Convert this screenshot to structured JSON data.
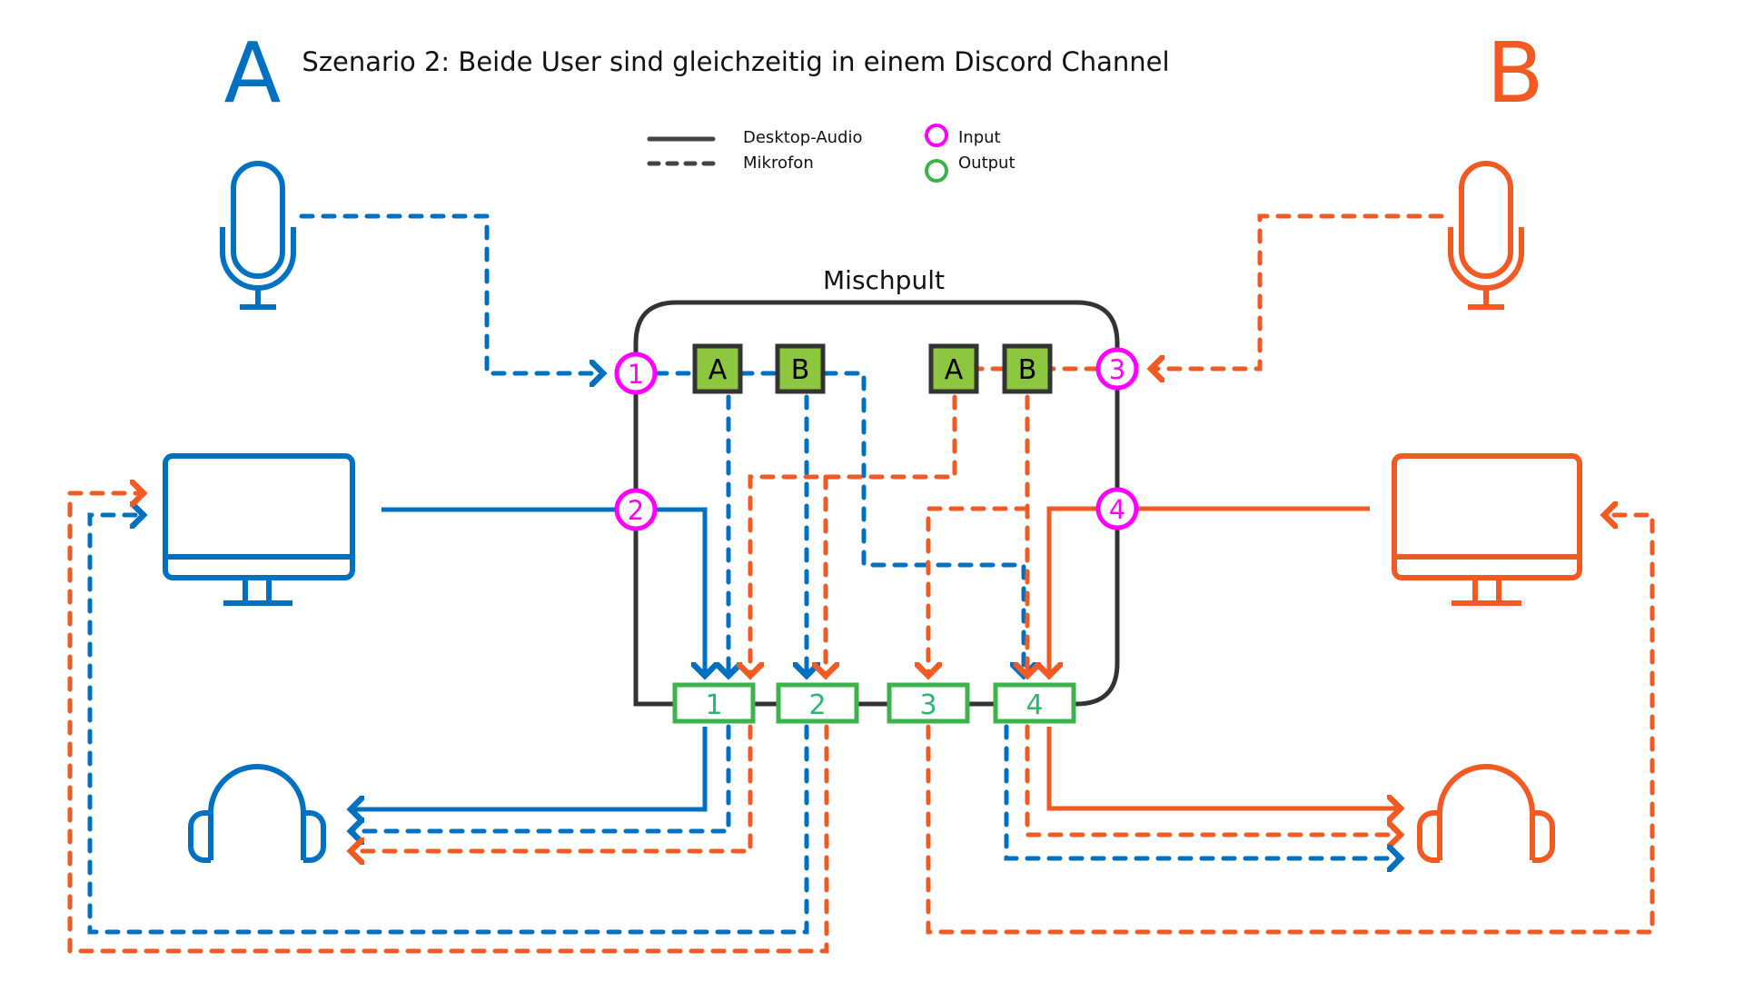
{
  "title": "Szenario 2: Beide User sind gleichzeitig in einem Discord Channel",
  "users": {
    "a": {
      "label": "A",
      "color": "#0070c0"
    },
    "b": {
      "label": "B",
      "color": "#f15a22"
    }
  },
  "legend": {
    "desktop_audio": "Desktop-Audio",
    "mikrofon": "Mikrofon",
    "input": "Input",
    "output": "Output",
    "input_color": "#ff00ff",
    "output_color": "#3cb44b"
  },
  "mixer": {
    "title": "Mischpult",
    "inputs": [
      "1",
      "2",
      "3",
      "4"
    ],
    "buses_left": [
      "A",
      "B"
    ],
    "buses_right": [
      "A",
      "B"
    ],
    "outputs": [
      "1",
      "2",
      "3",
      "4"
    ],
    "bus_color": "#8dc63f"
  },
  "devices": {
    "a": [
      "microphone",
      "monitor",
      "headphones"
    ],
    "b": [
      "microphone",
      "monitor",
      "headphones"
    ]
  }
}
